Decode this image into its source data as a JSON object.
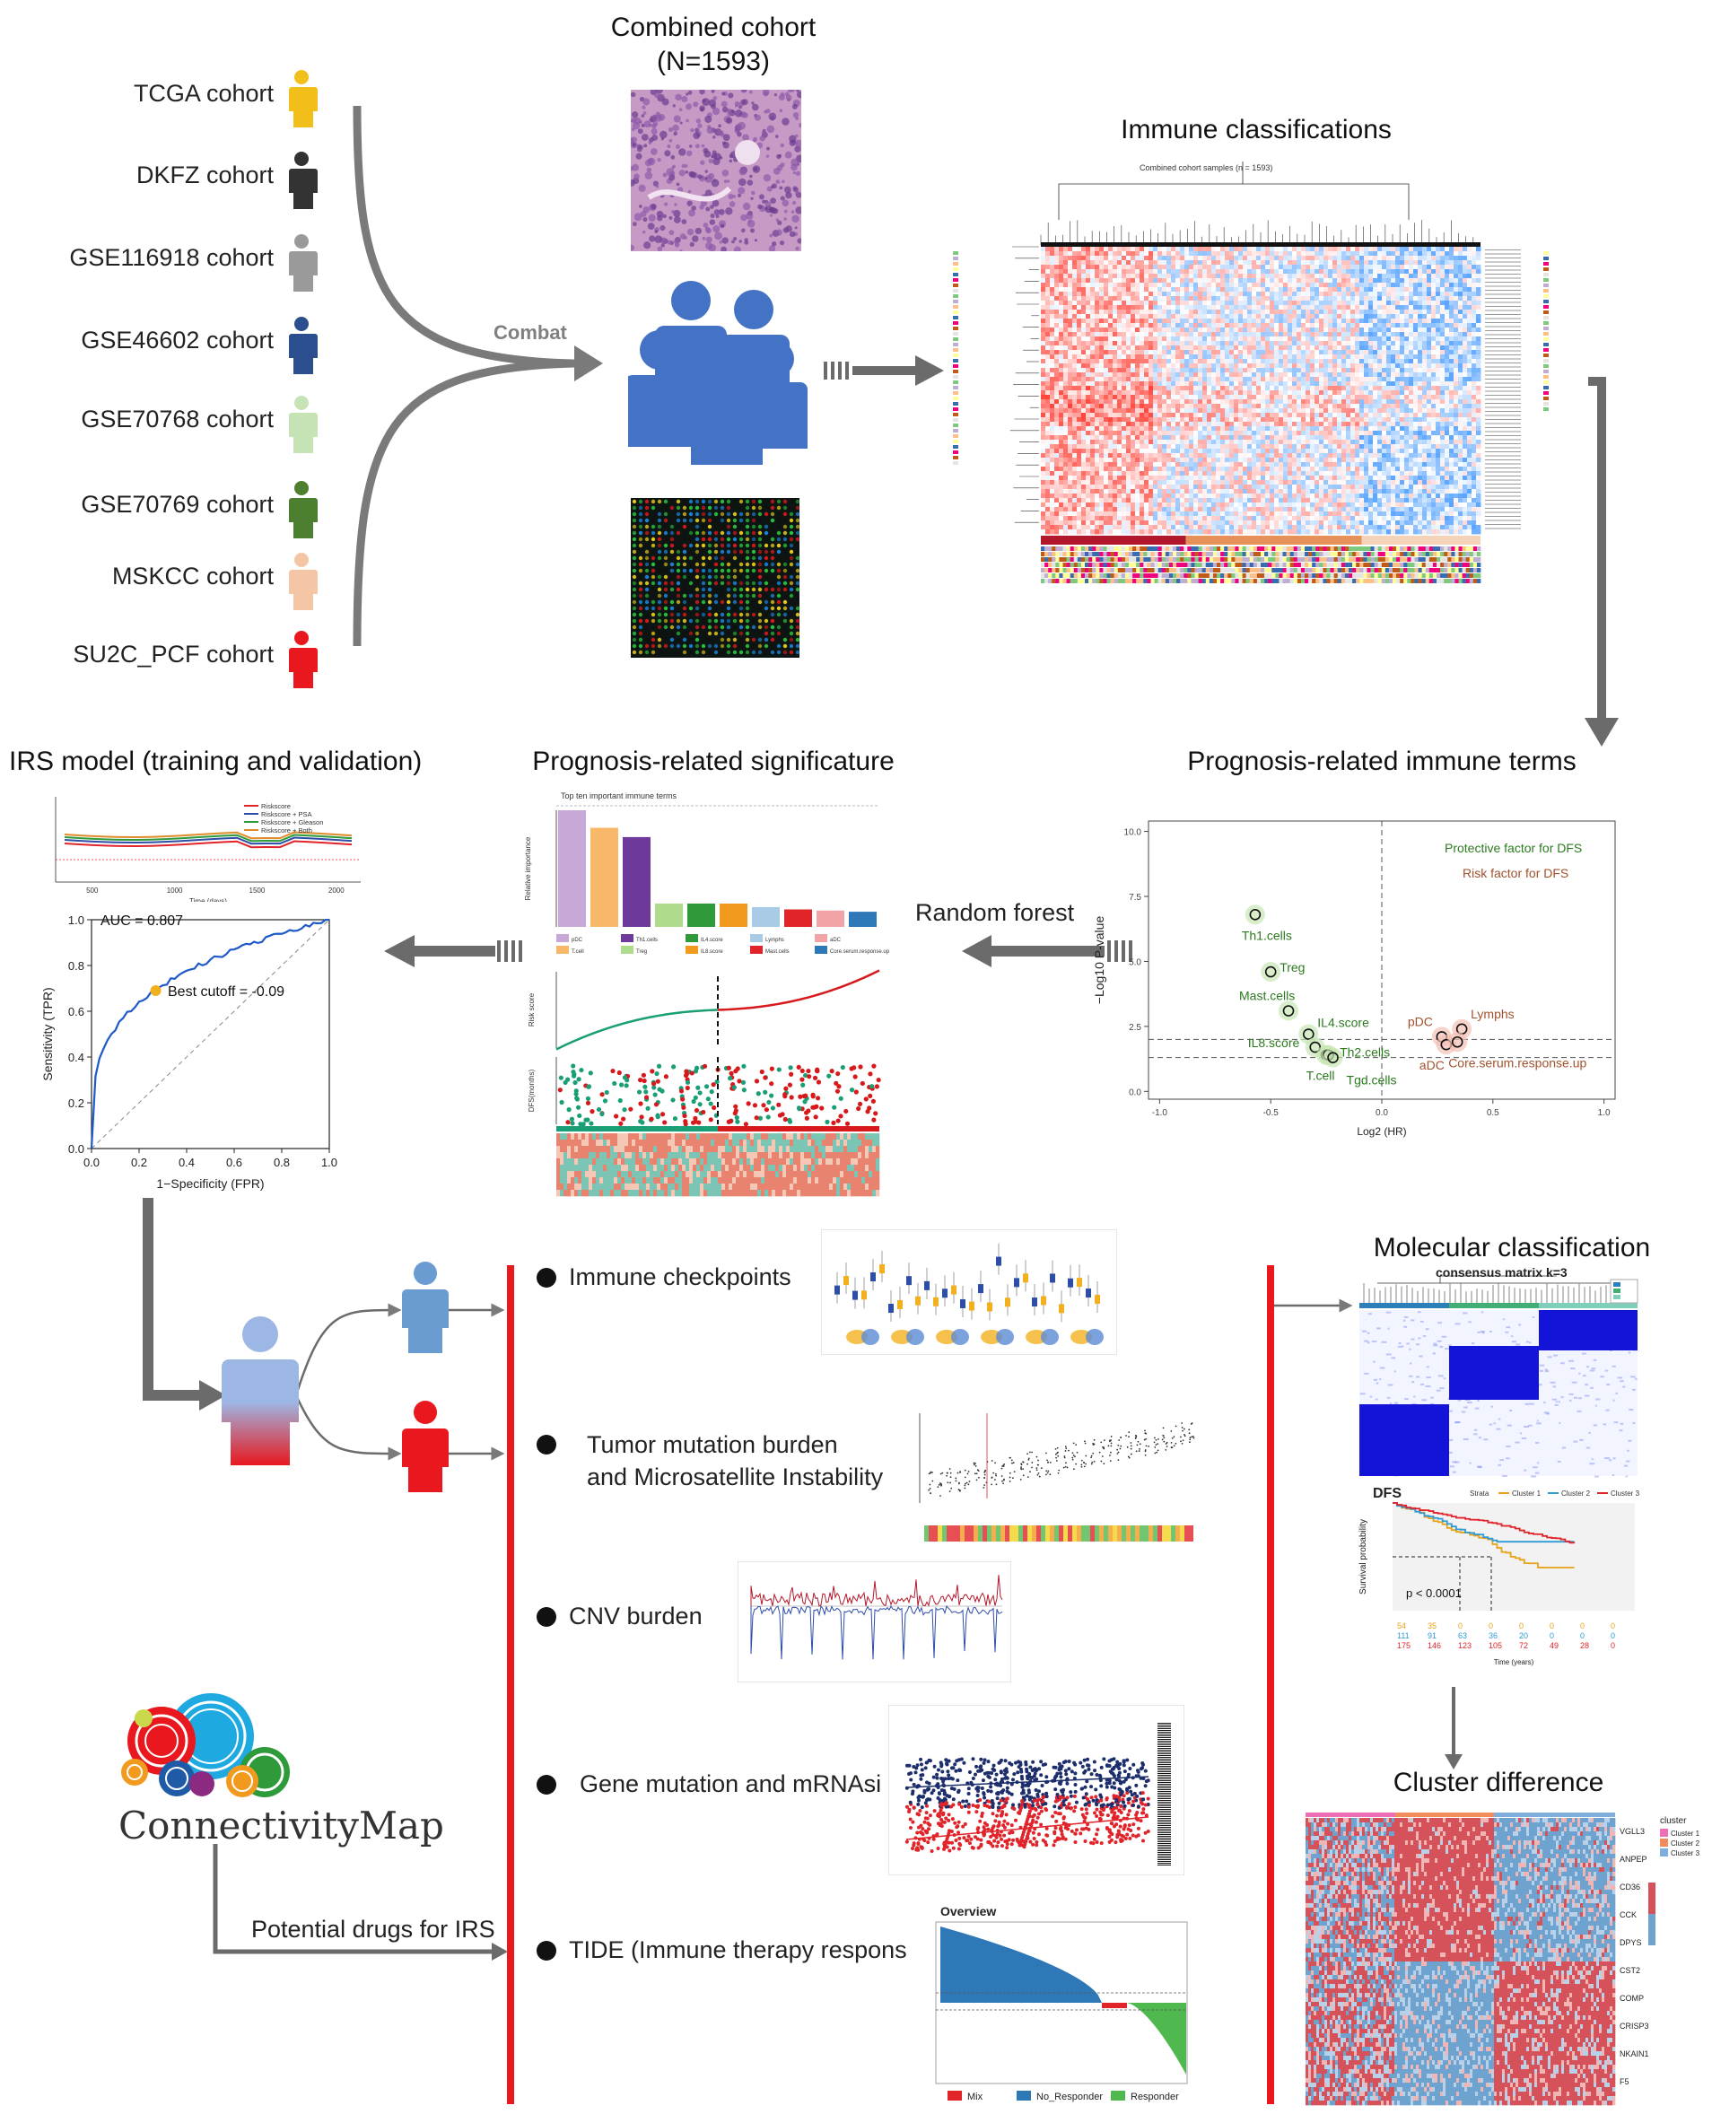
{
  "combined": {
    "title_line1": "Combined cohort",
    "title_line2": "(N=1593)"
  },
  "combat_label": "Combat",
  "cohorts": [
    {
      "label": "TCGA cohort",
      "color": "#F2BE1A"
    },
    {
      "label": "DKFZ cohort",
      "color": "#333333"
    },
    {
      "label": "GSE116918 cohort",
      "color": "#9A9A9A"
    },
    {
      "label": "GSE46602 cohort",
      "color": "#2A4E8E"
    },
    {
      "label": "GSE70768 cohort",
      "color": "#C6E3B5"
    },
    {
      "label": "GSE70769 cohort",
      "color": "#4C7F30"
    },
    {
      "label": "MSKCC cohort",
      "color": "#F5C6A5"
    },
    {
      "label": "SU2C_PCF cohort",
      "color": "#E8181E"
    }
  ],
  "immune_classifications": {
    "title": "Immune classifications",
    "heatmap_title": "Combined cohort samples (n = 1593)"
  },
  "prognosis_immune_terms": {
    "title": "Prognosis-related immune terms",
    "xlabel": "Log2 (HR)",
    "ylabel": "−Log10 P-value",
    "legend_protective": "Protective factor for DFS",
    "legend_risk": "Risk factor for DFS",
    "x_ticks": [
      "-1.0",
      "-0.5",
      "0.0",
      "0.5",
      "1.0"
    ],
    "y_ticks": [
      "0.0",
      "2.5",
      "5.0",
      "7.5",
      "10.0"
    ],
    "points_protective": [
      {
        "label": "Th1.cells",
        "x": -0.57,
        "y": 6.8
      },
      {
        "label": "Treg",
        "x": -0.5,
        "y": 4.6
      },
      {
        "label": "Mast.cells",
        "x": -0.42,
        "y": 3.1
      },
      {
        "label": "IL4.score",
        "x": -0.33,
        "y": 2.2
      },
      {
        "label": "IL8.score",
        "x": -0.3,
        "y": 1.7
      },
      {
        "label": "Th2.cells",
        "x": -0.25,
        "y": 1.4
      },
      {
        "label": "T.cell",
        "x": -0.24,
        "y": 1.4
      },
      {
        "label": "Tgd.cells",
        "x": -0.22,
        "y": 1.3
      }
    ],
    "points_risk": [
      {
        "label": "pDC",
        "x": 0.27,
        "y": 2.1
      },
      {
        "label": "Lymphs",
        "x": 0.36,
        "y": 2.4
      },
      {
        "label": "aDC",
        "x": 0.29,
        "y": 1.8
      },
      {
        "label": "Core.serum.response.up",
        "x": 0.34,
        "y": 1.9
      }
    ]
  },
  "random_forest_label": "Random forest",
  "prognosis_signif": {
    "title": "Prognosis-related significature",
    "bar_title": "Top ten important immune terms",
    "ylabel": "Relative importance",
    "bars": [
      {
        "name": "pDC",
        "value": 1.0,
        "color": "#C7A8D6"
      },
      {
        "name": "T.cell",
        "value": 0.85,
        "color": "#F7B86A"
      },
      {
        "name": "Th1.cells",
        "value": 0.77,
        "color": "#6D3A9C"
      },
      {
        "name": "Treg",
        "value": 0.2,
        "color": "#AEDB8C"
      },
      {
        "name": "IL4.score",
        "value": 0.2,
        "color": "#2E9A3A"
      },
      {
        "name": "IL8.score",
        "value": 0.2,
        "color": "#F29A1E"
      },
      {
        "name": "Lymphs",
        "value": 0.17,
        "color": "#A9CBE6"
      },
      {
        "name": "Mast.cells",
        "value": 0.15,
        "color": "#E0242A"
      },
      {
        "name": "aDC",
        "value": 0.14,
        "color": "#F2A3A6"
      },
      {
        "name": "Core.serum.response.up",
        "value": 0.13,
        "color": "#2E78B8"
      }
    ],
    "risk_score_label": "Risk score",
    "dfs_label": "DFS(months)"
  },
  "irs_model": {
    "title": "IRS model (training and validation)",
    "auc_legend": [
      "Riskscore",
      "Riskscore + PSA",
      "Riskscore + Gleason",
      "Riskscore + Both"
    ],
    "auc_colors": [
      "#E0242A",
      "#2E4DA7",
      "#2E9A3A",
      "#E08B2A"
    ],
    "time_label": "Time (days)",
    "time_ticks": [
      "500",
      "1000",
      "1500",
      "2000"
    ],
    "auc_value": "AUC = 0.807",
    "best_cutoff": "Best cutoff = -0.09",
    "roc_ylabel": "Sensitivity (TPR)",
    "roc_xlabel": "1−Specificity (FPR)",
    "roc_ticks": [
      "0.0",
      "0.2",
      "0.4",
      "0.6",
      "0.8",
      "1.0"
    ]
  },
  "analyses": [
    {
      "label": "Immune checkpoints"
    },
    {
      "label": "Tumor mutation burden"
    },
    {
      "label": "and Microsatellite Instability"
    },
    {
      "label": "CNV burden"
    },
    {
      "label": "Gene mutation and mRNAsi"
    },
    {
      "label": "TIDE (Immune therapy respons"
    }
  ],
  "tide": {
    "title": "Overview",
    "legend": [
      "Mix",
      "No_Responder",
      "Responder"
    ],
    "legend_colors": [
      "#E0242A",
      "#2E78B8",
      "#4FB84F"
    ]
  },
  "molecular": {
    "title": "Molecular classification",
    "consensus_title": "consensus matrix k=3",
    "dfs_title": "DFS",
    "strata_label": "Strata",
    "clusters": [
      "Cluster 1",
      "Cluster 2",
      "Cluster 3"
    ],
    "cluster_colors": [
      "#E8A317",
      "#2E9AD6",
      "#E0242A"
    ],
    "pvalue": "p < 0.0001",
    "surv_ylabel": "Survival probability",
    "surv_xlabel": "Time (years)"
  },
  "cluster_difference": {
    "title": "Cluster difference",
    "genes": [
      "VGLL3",
      "ANPEP",
      "CD36",
      "CCK",
      "DPYS",
      "CST2",
      "COMP",
      "CRISP3",
      "NKAIN1",
      "F5"
    ],
    "legend_title": "cluster",
    "legend": [
      "Cluster 1",
      "Cluster 2",
      "Cluster 3"
    ]
  },
  "cmap": {
    "logo_text": "ConnectivityMap",
    "drugs_label": "Potential drugs for IRS"
  }
}
